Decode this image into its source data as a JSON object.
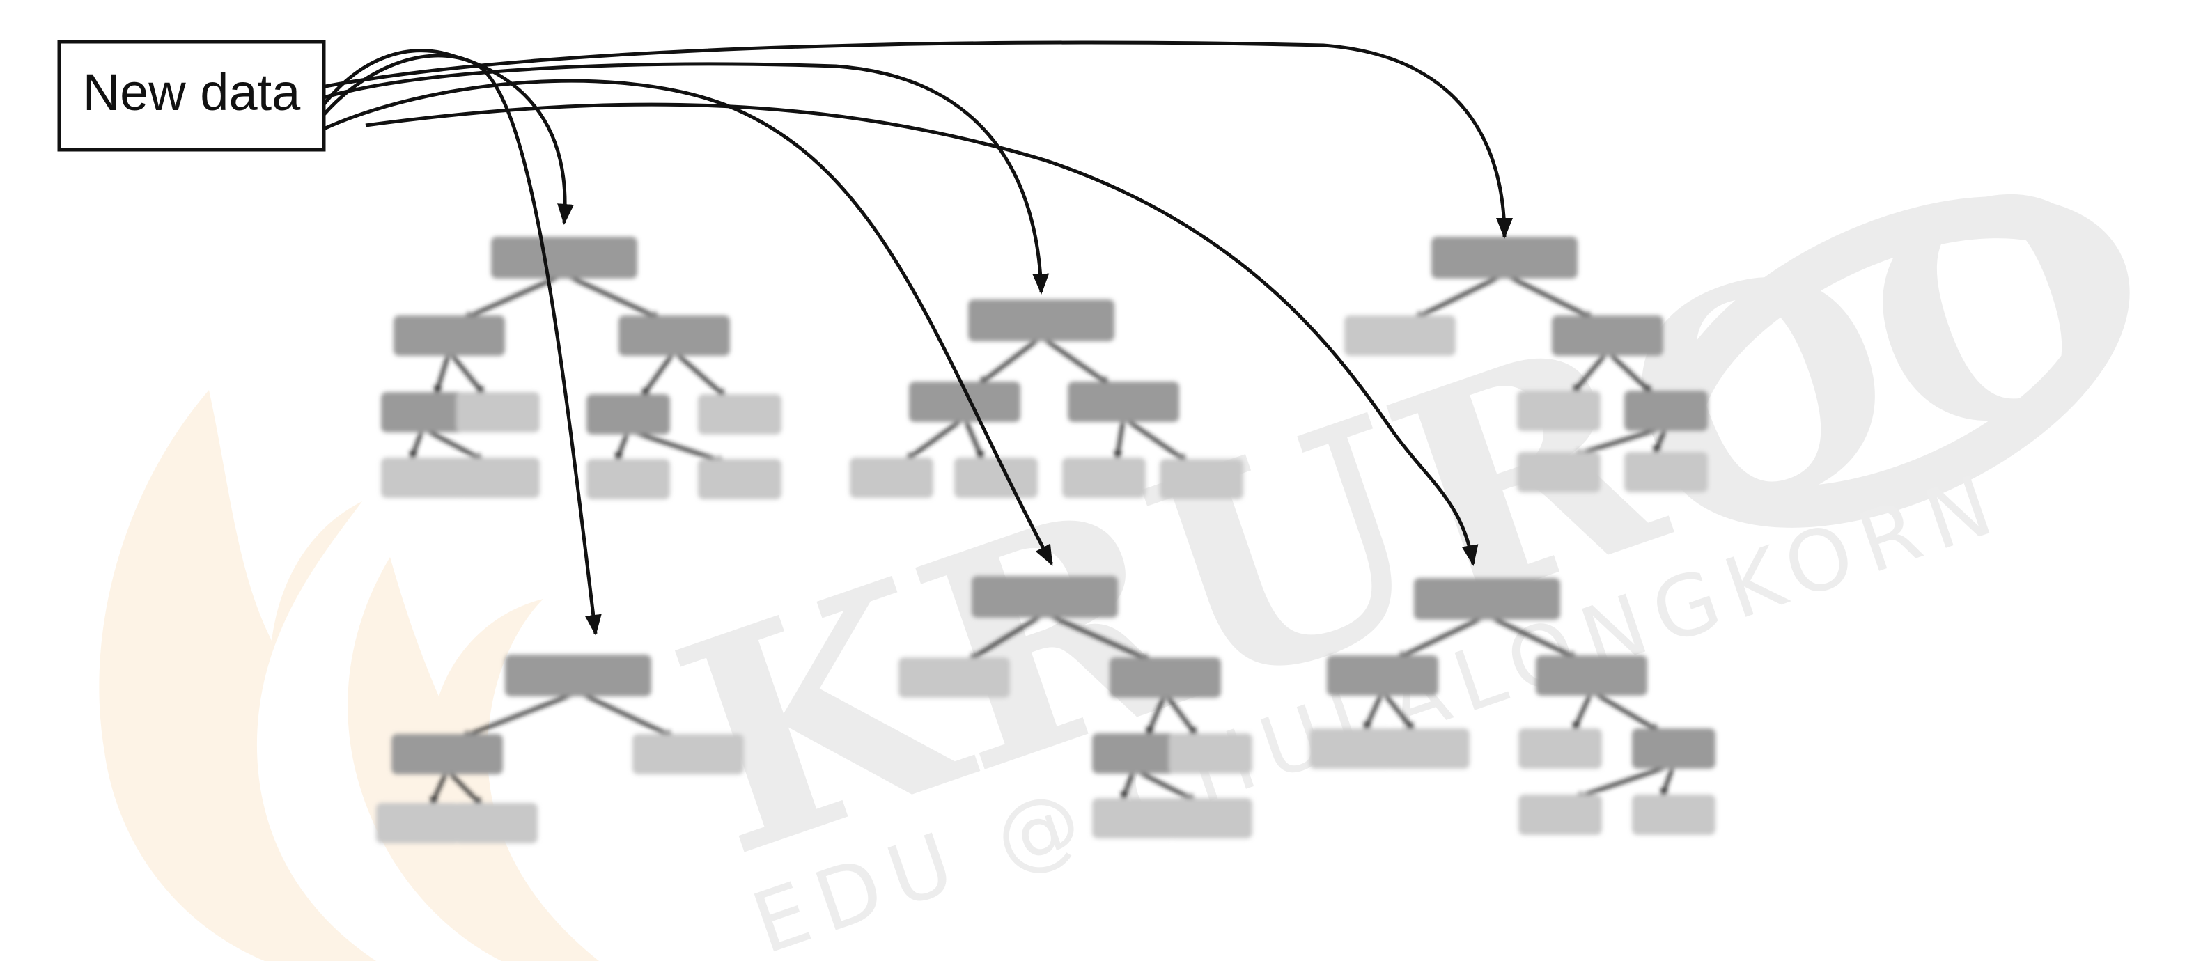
{
  "label": {
    "text": "New data"
  },
  "watermark": {
    "main_text": "KRUROO",
    "sub_text": "EDU @ CHULALONGKORN"
  },
  "colors": {
    "node_dark": "#9a9a9a",
    "node_light": "#c8c8c8",
    "edge": "#222222",
    "arrow": "#111111",
    "box_border": "#111111",
    "watermark": "#e9e9e9",
    "watermark_flame": "#fdf3e6"
  },
  "diagram": {
    "trees": [
      {
        "name": "decision-tree"
      },
      {
        "name": "decision-tree"
      },
      {
        "name": "decision-tree"
      },
      {
        "name": "decision-tree"
      },
      {
        "name": "decision-tree"
      },
      {
        "name": "decision-tree"
      }
    ],
    "arrows": [
      {
        "from": "New data",
        "to": "decision-tree"
      },
      {
        "from": "New data",
        "to": "decision-tree"
      },
      {
        "from": "New data",
        "to": "decision-tree"
      },
      {
        "from": "New data",
        "to": "decision-tree"
      },
      {
        "from": "New data",
        "to": "decision-tree"
      },
      {
        "from": "New data",
        "to": "decision-tree"
      }
    ]
  }
}
